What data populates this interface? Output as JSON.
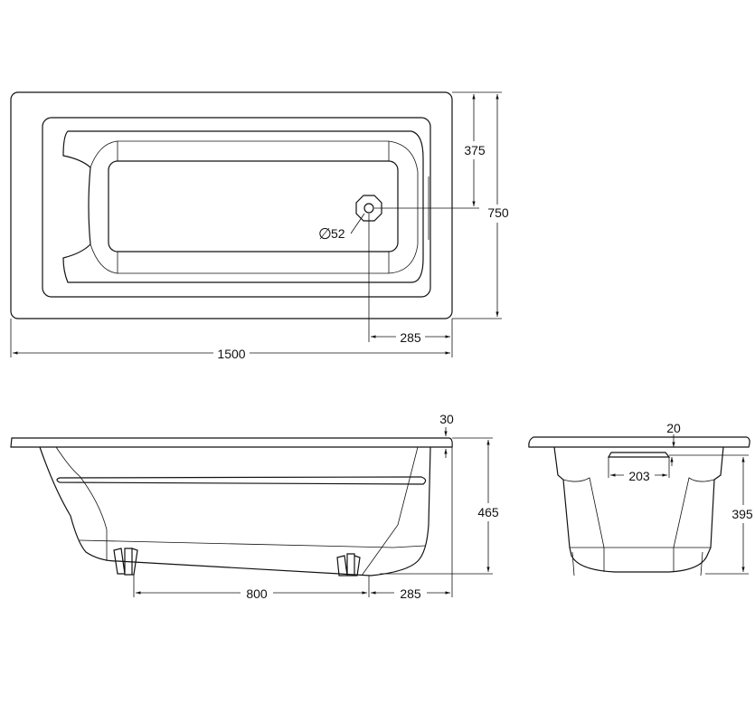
{
  "drawing": {
    "line_color": "#111111",
    "background": "#ffffff",
    "plan_view": {
      "overall_length": "1500",
      "overall_width": "750",
      "drain_offset_width": "375",
      "drain_offset_length": "285",
      "drain_diameter": "52",
      "diameter_symbol": "∅"
    },
    "side_view": {
      "rim_thickness": "30",
      "overall_height": "465",
      "feet_spacing": "800",
      "foot_offset": "285"
    },
    "end_view": {
      "overflow_offset": "20",
      "overflow_width": "203",
      "height_below_overflow": "395"
    }
  }
}
